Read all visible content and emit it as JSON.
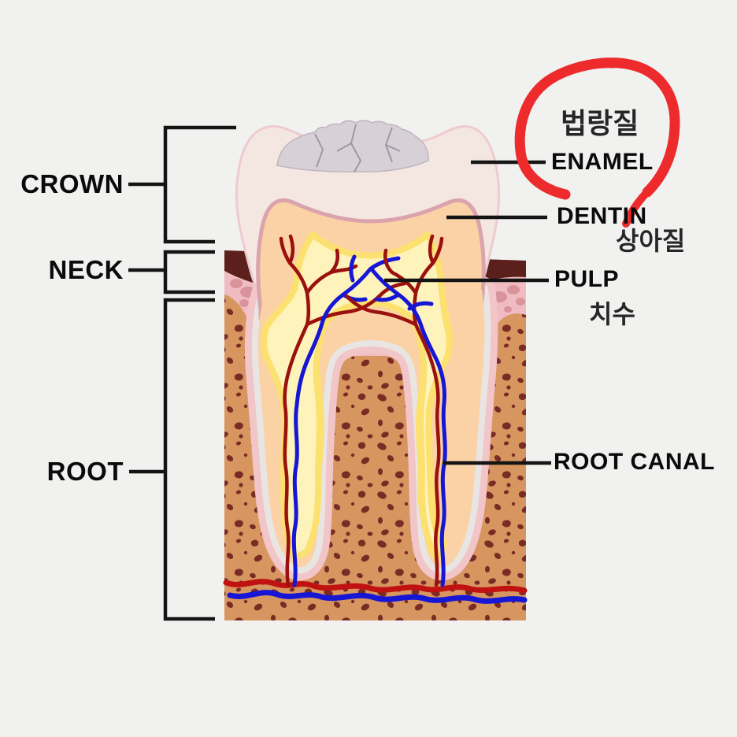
{
  "title": "Tooth anatomy cross-section diagram",
  "background_color": "#f1f1f0",
  "palette": {
    "line_black": "#141414",
    "highlight_red": "#ed2b2c",
    "enamel": "#f4e7e1",
    "enamel_border": "#eecbd2",
    "occlusal_gray": "#d7d1d7",
    "dentin": "#fbd2a6",
    "dentin_border": "#dba3ac",
    "pulp_fill": "#fdf3bb",
    "pulp_glow": "#fce070",
    "artery_red": "#9a100e",
    "vein_blue": "#1616d5",
    "bone_tan": "#d79560",
    "bone_speckle": "#7a2b24",
    "gum_pink": "#f0bcc1",
    "gum_blob_pink": "#d8939b",
    "gum_dark_band": "#5b201c",
    "ligament_pink": "#f2c5c8",
    "cementum_white": "#e8e5e3"
  },
  "left_labels": [
    {
      "text": "CROWN"
    },
    {
      "text": "NECK"
    },
    {
      "text": "ROOT"
    }
  ],
  "right_labels": [
    {
      "korean": "법랑질",
      "text": "ENAMEL"
    },
    {
      "text": "DENTIN",
      "korean": "상아질"
    },
    {
      "text": "PULP",
      "korean": "치수"
    },
    {
      "text": "ROOT CANAL"
    }
  ]
}
